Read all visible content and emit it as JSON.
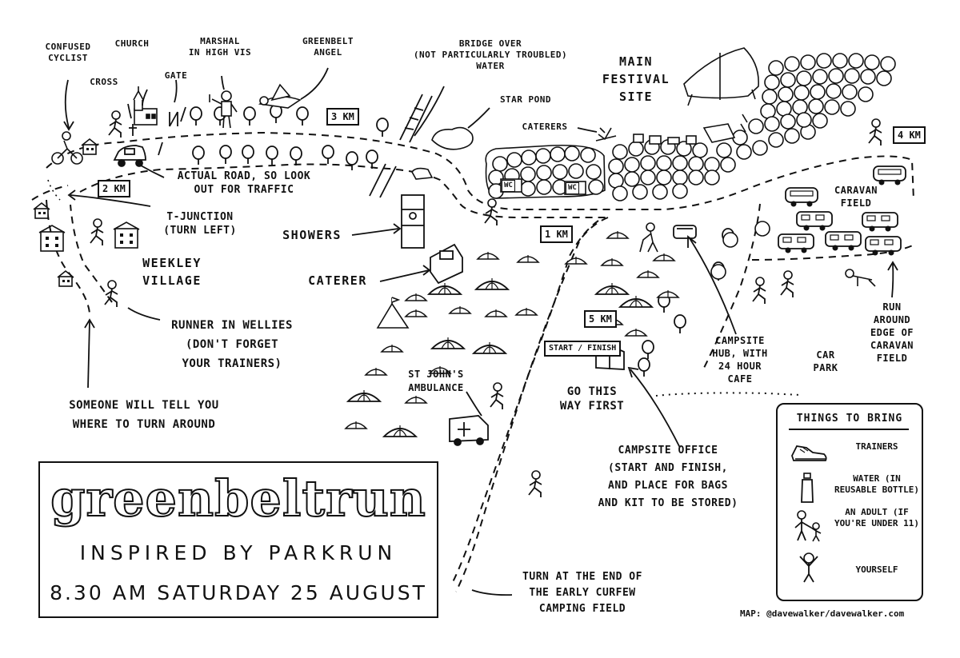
{
  "labels": {
    "confused_cyclist": "CONFUSED\nCYCLIST",
    "church": "CHURCH",
    "cross": "CROSS",
    "gate": "GATE",
    "marshal": "MARSHAL\nIN HIGH VIS",
    "angel": "GREENBELT\nANGEL",
    "bridge": "BRIDGE OVER\n(NOT PARTICULARLY TROUBLED)\nWATER",
    "main_site": "MAIN\nFESTIVAL\nSITE",
    "star_pond": "STAR POND",
    "caterers": "CATERERS",
    "actual_road": "ACTUAL ROAD, SO LOOK\nOUT FOR TRAFFIC",
    "t_junction": "T-JUNCTION\n(TURN LEFT)",
    "weekley_village": "WEEKLEY\nVILLAGE",
    "showers": "SHOWERS",
    "caterer": "CATERER",
    "runner_wellies": "RUNNER IN WELLIES\n(DON'T FORGET\nYOUR TRAINERS)",
    "someone_tell": "SOMEONE WILL TELL YOU\nWHERE TO TURN AROUND",
    "st_johns": "ST JOHN'S\nAMBULANCE",
    "go_this_way": "GO THIS\nWAY FIRST",
    "campsite_hub": "CAMPSITE\nHUB, WITH\n24 HOUR\nCAFE",
    "car_park": "CAR\nPARK",
    "caravan_field": "CARAVAN\nFIELD",
    "run_around": "RUN\nAROUND\nEDGE OF\nCARAVAN\nFIELD",
    "campsite_office": "CAMPSITE OFFICE\n(START AND FINISH,\nAND PLACE FOR BAGS\nAND KIT TO BE STORED)",
    "turn_end": "TURN AT THE END OF\nTHE EARLY CURFEW\nCAMPING FIELD"
  },
  "signs": {
    "km1": "1 KM",
    "km2": "2 KM",
    "km3": "3 KM",
    "km4": "4 KM",
    "km5": "5 KM",
    "start_finish": "START /\nFINISH",
    "wc": "WC"
  },
  "title": {
    "brand": "greenbeltrun",
    "tagline": "INSPIRED BY PARKRUN",
    "datetime": "8.30 AM SATURDAY 25 AUGUST"
  },
  "bring": {
    "title": "THINGS TO BRING",
    "items": [
      {
        "label": "TRAINERS",
        "icon": "trainers-icon"
      },
      {
        "label": "WATER (IN\nREUSABLE BOTTLE)",
        "icon": "bottle-icon"
      },
      {
        "label": "AN ADULT\n(IF YOU'RE\nUNDER 11)",
        "icon": "adult-child-icon"
      },
      {
        "label": "YOURSELF",
        "icon": "person-icon"
      }
    ]
  },
  "credit": "MAP: @davewalker/davewalker.com",
  "colors": {
    "ink": "#111111",
    "paper": "#ffffff"
  }
}
